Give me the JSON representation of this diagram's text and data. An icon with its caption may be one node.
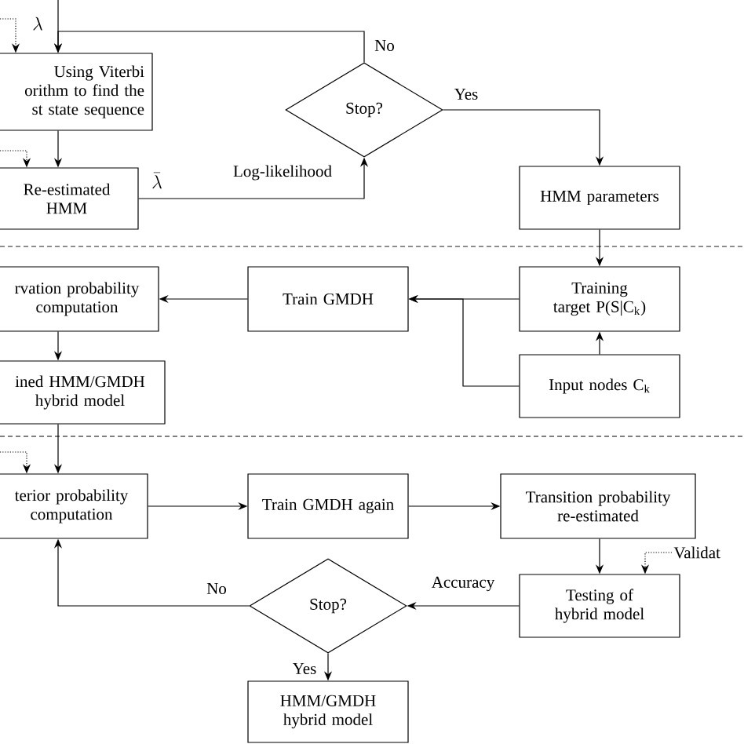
{
  "diagram": {
    "nodes": [
      {
        "text": [
          "Using Viterbi orithm to find the st state sequence"
        ]
      },
      {
        "text": [
          "Re-estimated HMM"
        ]
      },
      {
        "text": [
          "Stop?"
        ]
      },
      {
        "text": [
          "HMM parameters"
        ]
      },
      {
        "text": [
          "rvation probability computation"
        ]
      },
      {
        "text": [
          "Train GMDH"
        ]
      },
      {
        "text": [
          "Training target P(S|C$_{k}$)"
        ]
      },
      {
        "text": [
          "Input nodes C$_{k}$"
        ]
      },
      {
        "text": [
          "ined HMM/GMDH hybrid model"
        ]
      },
      {
        "text": [
          "terior probability computation"
        ]
      },
      {
        "text": [
          "Train GMDH again"
        ]
      },
      {
        "text": [
          "Transition probability re-estimated"
        ]
      },
      {
        "text": [
          "Testing of hybrid model"
        ]
      },
      {
        "text": [
          "Stop?"
        ]
      },
      {
        "text": [
          "HMM/GMDH hybrid model"
        ]
      },
      {
        "text": [
          "Validat"
        ]
      }
    ],
    "edges": [
      {
        "from": null,
        "to": 0,
        "arrow": "to"
      },
      {
        "from": 2,
        "to": 0,
        "arrow": "to",
        "label": "No"
      },
      {
        "from": null,
        "to": 0,
        "arrow": "to",
        "style": "dashed"
      },
      {
        "from": 0,
        "to": 1,
        "arrow": "to"
      },
      {
        "from": null,
        "to": 1,
        "arrow": "to",
        "style": "dashed"
      },
      {
        "from": 1,
        "to": 2,
        "arrow": "to",
        "label": "Log-likelihood"
      },
      {
        "from": 2,
        "to": 3,
        "arrow": "to",
        "label": "Yes"
      },
      {
        "from": 3,
        "to": 6,
        "arrow": "to"
      },
      {
        "from": 6,
        "to": 5,
        "arrow": "to"
      },
      {
        "from": 7,
        "to": 5,
        "arrow": "to"
      },
      {
        "from": 7,
        "to": 6,
        "arrow": "to"
      },
      {
        "from": 5,
        "to": 4,
        "arrow": "to"
      },
      {
        "from": 4,
        "to": 8,
        "arrow": "to"
      },
      {
        "from": 8,
        "to": 9,
        "arrow": "to"
      },
      {
        "from": null,
        "to": 9,
        "arrow": "to",
        "style": "dashed"
      },
      {
        "from": 9,
        "to": 10,
        "arrow": "to"
      },
      {
        "from": 10,
        "to": 11,
        "arrow": "to"
      },
      {
        "from": 11,
        "to": 12,
        "arrow": "to"
      },
      {
        "from": 15,
        "to": 12,
        "arrow": "to",
        "style": "dashed"
      },
      {
        "from": 12,
        "to": 13,
        "arrow": "to",
        "label": "Accuracy"
      },
      {
        "from": 13,
        "to": 9,
        "arrow": "to",
        "label": "No"
      },
      {
        "from": 13,
        "to": 14,
        "arrow": "to",
        "label": "Yes"
      }
    ],
    "labels": [
      "\\lambda",
      "\\bar{\\lambda}"
    ]
  }
}
